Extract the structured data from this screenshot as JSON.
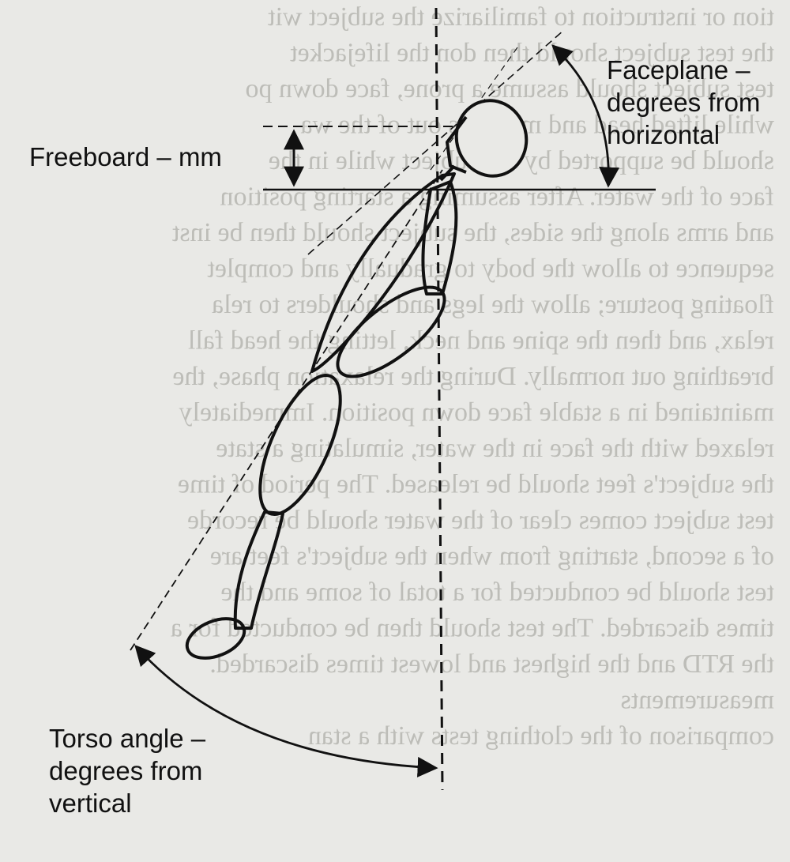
{
  "labels": {
    "faceplane": {
      "line1": "Faceplane –",
      "line2": "degrees from",
      "line3": "horizontal"
    },
    "freeboard": "Freeboard – mm",
    "torso": {
      "line1": "Torso angle –",
      "line2": "degrees from",
      "line3": "vertical"
    }
  },
  "bleed_through_text": [
    "tion or instruction to familiarize the subject wit",
    "the test subject should then don the lifejacket",
    "test subject should assume a prone, face down po",
    "while lifted head and mouth is out of the wa",
    "should be supported by the subject while in the",
    "face of the water. After assuming a starting position",
    "and arms along the sides, the subject should then be inst",
    "sequence to allow the body to gradually and complet",
    "floating posture; allow the legs and shoulders to rela",
    "relax, and then the spine and neck, letting the head fall",
    "breathing out normally. During the relaxation phase, the",
    "maintained in a stable face down position. Immediately",
    "relaxed with the face in the water, simulating a state",
    "the subject's feet should be released. The period of time",
    "test subject comes clear of the water should be recorde",
    "of a second, starting from when the subject's feet are",
    "test should be conducted for a total of some and the",
    "times discarded. The test should then be conducted for a",
    "the RTD and the highest and lowest times discarded.",
    "measurements",
    "comparison of the clothing tests with a stan"
  ],
  "colors": {
    "ink": "#111111",
    "paper": "#e9e9e6",
    "bleed": "#bdbdb8"
  }
}
